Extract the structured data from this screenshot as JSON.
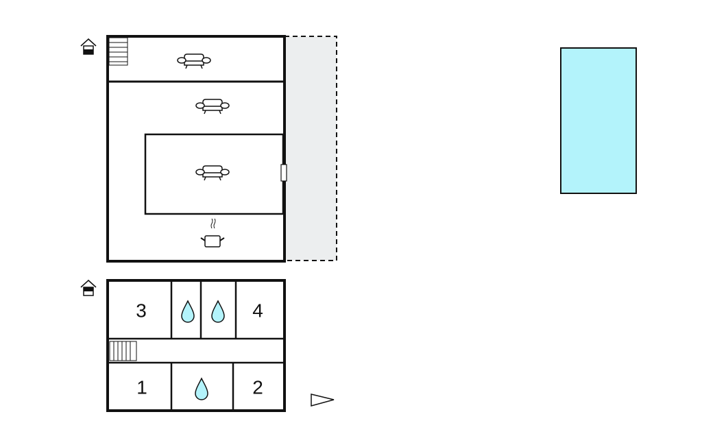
{
  "colors": {
    "wall": "#111111",
    "terrace": "#eceeef",
    "pool": "#b3f3fb",
    "water": "#b3f3fb"
  },
  "upper_floor": {
    "icons": [
      "floor-up-icon",
      "stairs-icon",
      "sofa-icon",
      "sofa-icon",
      "sofa-icon",
      "kitchen-pot-icon",
      "door-icon"
    ]
  },
  "lower_floor": {
    "rooms": [
      {
        "label": "3"
      },
      {
        "label": "4"
      },
      {
        "label": "1"
      },
      {
        "label": "2"
      }
    ],
    "icons": [
      "floor-down-icon",
      "stairs-icon",
      "bathroom-drop-icon",
      "bathroom-drop-icon",
      "bathroom-drop-icon",
      "entrance-arrow-icon"
    ]
  }
}
